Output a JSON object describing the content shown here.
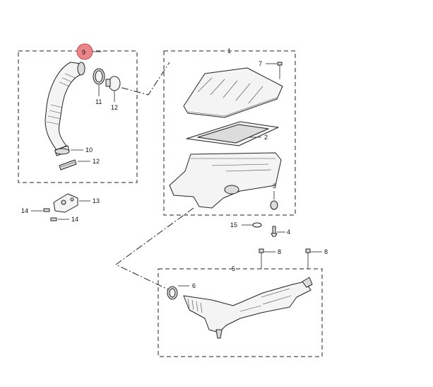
{
  "callouts": {
    "c1": "1",
    "c2": "2",
    "c3": "3",
    "c4": "4",
    "c5": "5",
    "c6": "6",
    "c7": "7",
    "c8a": "8",
    "c8b": "8",
    "c9": "9",
    "c10": "10",
    "c11": "11",
    "c12a": "12",
    "c12b": "12",
    "c13": "13",
    "c14a": "14",
    "c14b": "14",
    "c15": "15"
  },
  "colors": {
    "highlight_fill": "#e8868a",
    "highlight_stroke": "#c94a50",
    "line": "#222222",
    "part_fill": "#f4f4f4"
  }
}
